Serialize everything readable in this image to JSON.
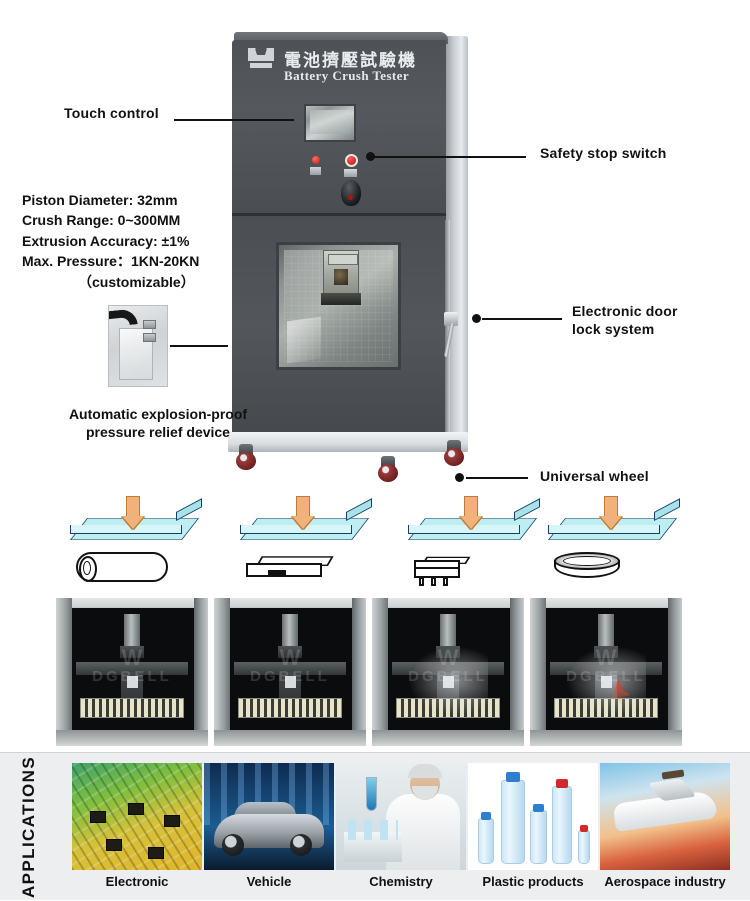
{
  "product": {
    "title_cn": "電池擠壓試驗機",
    "title_en": "Battery Crush Tester",
    "brand_logo": "dgbell-crown-logo"
  },
  "specs": {
    "lines": [
      "Piston Diameter:  32mm",
      "Crush Range: 0~300MM",
      "Extrusion Accuracy: ±1%",
      "Max. Pressure：1KN-20KN",
      "（customizable）"
    ]
  },
  "callouts": {
    "touch_control": "Touch control",
    "safety_stop": "Safety stop switch",
    "door_lock": "Electronic door\nlock system",
    "universal_wheel": "Universal wheel",
    "relief_device": "Automatic\nexplosion-proof\npressure relief device"
  },
  "diagrams": [
    {
      "id": "cylindrical-cell",
      "shape": "cylindrical"
    },
    {
      "id": "pouch-cell",
      "shape": "pouch"
    },
    {
      "id": "prismatic-cell",
      "shape": "prismatic"
    },
    {
      "id": "coin-cell",
      "shape": "coin"
    }
  ],
  "photos": {
    "watermark": "DGBELL",
    "watermark_mark": "W",
    "frames": [
      {
        "id": "crush-stage-1",
        "state": "intact"
      },
      {
        "id": "crush-stage-2",
        "state": "compressing"
      },
      {
        "id": "crush-stage-3",
        "state": "smoke"
      },
      {
        "id": "crush-stage-4",
        "state": "fire"
      }
    ]
  },
  "applications": {
    "sidebar_label": "APPLICATIONS",
    "items": [
      {
        "label": "Electronic",
        "art": "pcb-board"
      },
      {
        "label": "Vehicle",
        "art": "car-city"
      },
      {
        "label": "Chemistry",
        "art": "scientist-lab"
      },
      {
        "label": "Plastic products",
        "art": "water-bottles"
      },
      {
        "label": "Aerospace industry",
        "art": "airplane-sunset"
      }
    ]
  },
  "colors": {
    "machine_body": "#4e5257",
    "machine_panel_light": "#d4d8dc",
    "plate_cyan": "#bfeef2",
    "arrow_orange": "#f0b27a",
    "caster_red": "#9c3a3a",
    "applications_bg": "#eceef0",
    "text": "#111111"
  }
}
